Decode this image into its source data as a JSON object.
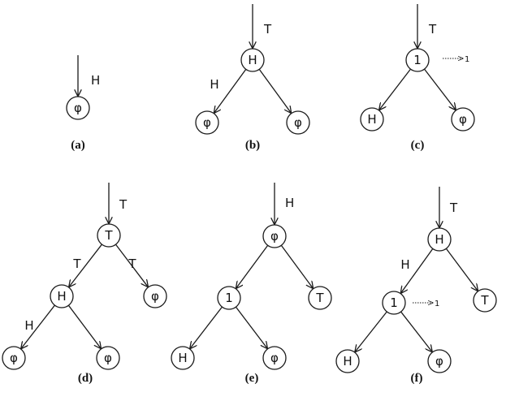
{
  "panels": [
    {
      "caption": "(a)",
      "nodes": [
        {
          "id": "r",
          "label": "φ"
        }
      ],
      "incoming_label": "H",
      "edges": [],
      "annotations": []
    },
    {
      "caption": "(b)",
      "nodes": [
        {
          "id": "r",
          "label": "H"
        },
        {
          "id": "l",
          "label": "φ"
        },
        {
          "id": "rr",
          "label": "φ"
        }
      ],
      "incoming_label": "T",
      "edges": [
        {
          "from": "r",
          "to": "l",
          "label": "H"
        },
        {
          "from": "r",
          "to": "rr",
          "label": ""
        }
      ],
      "annotations": []
    },
    {
      "caption": "(c)",
      "nodes": [
        {
          "id": "r",
          "label": "1"
        },
        {
          "id": "l",
          "label": "H"
        },
        {
          "id": "rr",
          "label": "φ"
        }
      ],
      "incoming_label": "T",
      "edges": [
        {
          "from": "r",
          "to": "l",
          "label": ""
        },
        {
          "from": "r",
          "to": "rr",
          "label": ""
        }
      ],
      "annotations": [
        {
          "node": "r",
          "label": "1"
        }
      ]
    },
    {
      "caption": "(d)",
      "nodes": [
        {
          "id": "r",
          "label": "T"
        },
        {
          "id": "m",
          "label": "H"
        },
        {
          "id": "rr",
          "label": "φ"
        },
        {
          "id": "ml",
          "label": "φ"
        },
        {
          "id": "mr",
          "label": "φ"
        }
      ],
      "incoming_label": "T",
      "edges": [
        {
          "from": "r",
          "to": "m",
          "label": "T"
        },
        {
          "from": "r",
          "to": "rr",
          "label": "T"
        },
        {
          "from": "m",
          "to": "ml",
          "label": "H"
        },
        {
          "from": "m",
          "to": "mr",
          "label": ""
        }
      ],
      "annotations": []
    },
    {
      "caption": "(e)",
      "nodes": [
        {
          "id": "r",
          "label": "φ"
        },
        {
          "id": "m",
          "label": "1"
        },
        {
          "id": "rr",
          "label": "T"
        },
        {
          "id": "ml",
          "label": "H"
        },
        {
          "id": "mr",
          "label": "φ"
        }
      ],
      "incoming_label": "H",
      "edges": [
        {
          "from": "r",
          "to": "m",
          "label": ""
        },
        {
          "from": "r",
          "to": "rr",
          "label": ""
        },
        {
          "from": "m",
          "to": "ml",
          "label": ""
        },
        {
          "from": "m",
          "to": "mr",
          "label": ""
        }
      ],
      "annotations": []
    },
    {
      "caption": "(f)",
      "nodes": [
        {
          "id": "r",
          "label": "H"
        },
        {
          "id": "m",
          "label": "1"
        },
        {
          "id": "rr",
          "label": "T"
        },
        {
          "id": "ml",
          "label": "H"
        },
        {
          "id": "mr",
          "label": "φ"
        }
      ],
      "incoming_label": "T",
      "edges": [
        {
          "from": "r",
          "to": "m",
          "label": "H"
        },
        {
          "from": "r",
          "to": "rr",
          "label": ""
        },
        {
          "from": "m",
          "to": "ml",
          "label": ""
        },
        {
          "from": "m",
          "to": "mr",
          "label": ""
        }
      ],
      "annotations": [
        {
          "node": "m",
          "label": "1"
        }
      ]
    }
  ]
}
